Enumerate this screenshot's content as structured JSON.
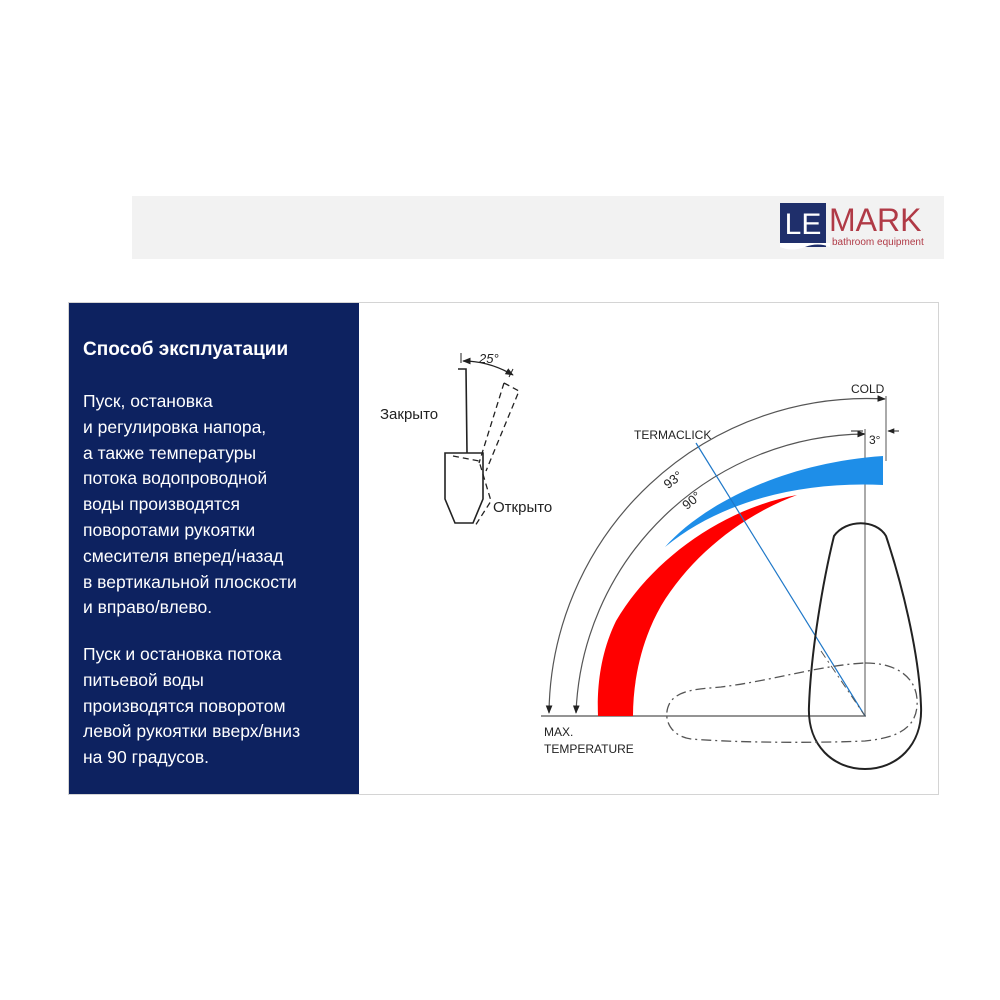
{
  "logo": {
    "brand_le": "LE",
    "brand_mark": "MARK",
    "tagline": "bathroom equipment",
    "brand_blue": "#1f2f6b",
    "brand_red": "#b03a46"
  },
  "panel": {
    "title": "Способ эксплуатации",
    "paragraph1_lines": [
      "Пуск, остановка",
      "и регулировка напора,",
      "а также температуры",
      "потока водопроводной",
      "воды производятся",
      "поворотами рукоятки",
      "смесителя вперед/назад",
      "в вертикальной плоскости",
      "и вправо/влево."
    ],
    "paragraph2_lines": [
      "Пуск и остановка потока",
      "питьевой воды",
      "производятся поворотом",
      "левой рукоятки вверх/вниз",
      "на 90 градусов."
    ],
    "background": "#0d2260"
  },
  "diagram": {
    "angle_25": "25°",
    "label_closed": "Закрыто",
    "label_open": "Открыто",
    "label_cold": "COLD",
    "label_termaclick": "TERMACLICK",
    "angle_3": "3°",
    "angle_93": "93°",
    "angle_90": "90°",
    "label_max": "MAX.",
    "label_temperature": "TEMPERATURE",
    "hot_color": "#ff0000",
    "cold_color": "#1e8ee8",
    "line_color": "#1f78c8"
  }
}
